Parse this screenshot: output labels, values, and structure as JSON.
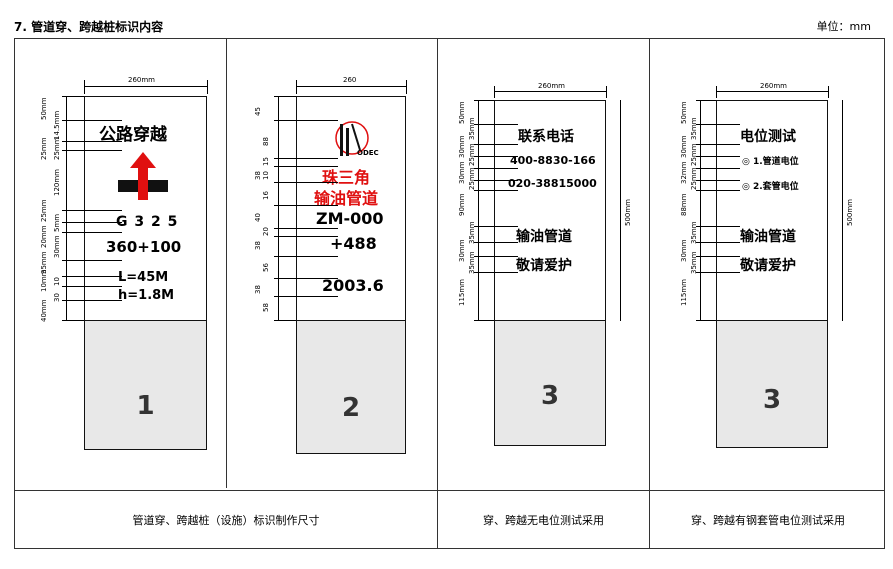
{
  "header": {
    "title": "7. 管道穿、跨越桩标识内容",
    "unit": "单位：mm"
  },
  "captions": [
    "管道穿、跨越桩（设施）标识制作尺寸",
    "穿、跨越无电位测试采用",
    "穿、跨越有钢套管电位测试采用"
  ],
  "panel1": {
    "width_label": "260mm",
    "title": "公路穿越",
    "road": "G 3 2 5",
    "stake": "360+100",
    "length": "L=45M",
    "height": "h=1.8M",
    "number": "1",
    "dims": [
      "50mm",
      "25mm",
      "14.5mm",
      "25mm",
      "120mm",
      "25mm",
      "5mm",
      "20mm",
      "30mm",
      "35mm",
      "10mm",
      "10",
      "30",
      "40mm"
    ]
  },
  "panel2": {
    "width_label": "260",
    "logo_text": "ODEC",
    "line1": "珠三角",
    "line2": "输油管道",
    "code": "ZM-000",
    "offset": "+488",
    "date": "2003.6",
    "number": "2",
    "dims": [
      "45",
      "88",
      "15",
      "10",
      "38",
      "16",
      "40",
      "20",
      "38",
      "56",
      "38",
      "58"
    ]
  },
  "panel3": {
    "width_label": "260mm",
    "height_label": "500mm",
    "phone_title": "联系电话",
    "phone1": "400-8830-166",
    "phone2": "020-38815000",
    "line1": "输油管道",
    "line2": "敬请爱护",
    "number": "3",
    "dims": [
      "50mm",
      "35mm",
      "30mm",
      "25mm",
      "30mm",
      "25mm",
      "90mm",
      "35mm",
      "30mm",
      "35mm",
      "115mm"
    ]
  },
  "panel4": {
    "width_label": "260mm",
    "height_label": "500mm",
    "title": "电位测试",
    "item1": "◎ 1.管道电位",
    "item2": "◎ 2.套管电位",
    "line1": "输油管道",
    "line2": "敬请爱护",
    "number": "3",
    "dims": [
      "50mm",
      "35mm",
      "30mm",
      "25mm",
      "32mm",
      "25mm",
      "88mm",
      "35mm",
      "30mm",
      "35mm",
      "115mm"
    ]
  }
}
